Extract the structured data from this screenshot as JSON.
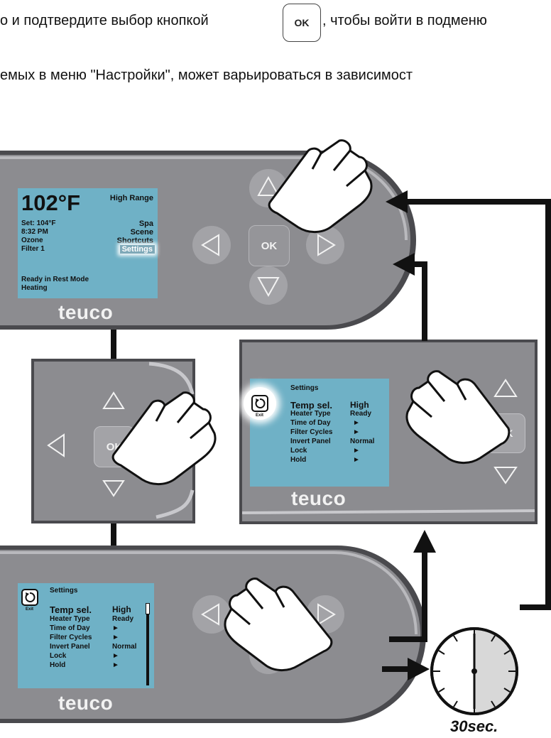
{
  "header": {
    "line1_before": "о и подтвердите выбор кнопкой",
    "ok_key_label": "OK",
    "line1_after": ", чтобы войти в подменю",
    "line2": "емых в меню \"Настройки\", может варьироваться в зависимост"
  },
  "brand": "teuco",
  "panel_top": {
    "temperature": "102°F",
    "range": "High Range",
    "status_left": [
      "Set: 104°F",
      "8:32 PM",
      "Ozone",
      "Filter 1"
    ],
    "menu_right": [
      "Spa",
      "Scene",
      "Shortcuts",
      "Settings"
    ],
    "footer": [
      "Ready in Rest Mode",
      "Heating"
    ],
    "ok_label": "OK"
  },
  "panel_mid_left": {
    "ok_label": "OK"
  },
  "settings_menu": {
    "title": "Settings",
    "exit_label": "Exit",
    "rows": [
      {
        "label": "Temp sel.",
        "value": "High"
      },
      {
        "label": "Heater Type",
        "value": "Ready"
      },
      {
        "label": "Time of Day",
        "value": "►"
      },
      {
        "label": "Filter Cycles",
        "value": "►"
      },
      {
        "label": "Invert Panel",
        "value": "Normal"
      },
      {
        "label": "Lock",
        "value": "►"
      },
      {
        "label": "Hold",
        "value": "►"
      }
    ],
    "ok_label": "OK"
  },
  "timer": {
    "label": "30sec."
  },
  "colors": {
    "panel": "#8c8c90",
    "panel_border": "#4a4a4e",
    "screen": "#6fb1c6",
    "button": "#a3a3a7",
    "arrow": "#111111"
  }
}
